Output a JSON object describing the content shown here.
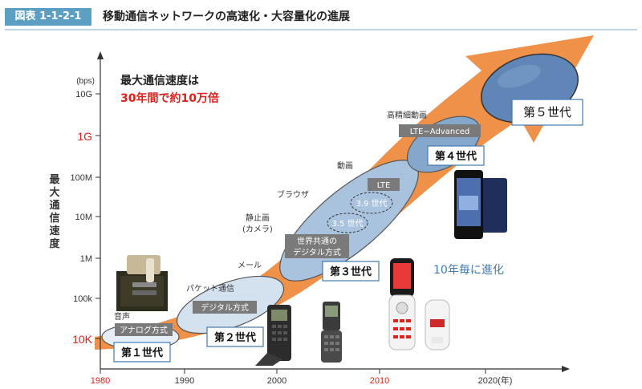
{
  "header": {
    "figure_number": "図表 1-1-2-1",
    "title": "移動通信ネットワークの高速化・大容量化の進展"
  },
  "summary": {
    "line1": "最大通信速度は",
    "line2": "30年間で約10万倍"
  },
  "y_axis": {
    "label": "最大通信速度",
    "unit": "(bps)",
    "ticks": [
      "10K",
      "100k",
      "1M",
      "10M",
      "100M",
      "1G",
      "10G"
    ]
  },
  "x_axis": {
    "ticks": [
      "1980",
      "1990",
      "2000",
      "2010",
      "2020(年)"
    ]
  },
  "generations": [
    {
      "label": "第１世代"
    },
    {
      "label": "第２世代"
    },
    {
      "label": "第３世代"
    },
    {
      "label": "第４世代"
    },
    {
      "label": "第５世代"
    }
  ],
  "usages": [
    "音声",
    "パケット通信",
    "メール",
    "静止画\n(カメラ)",
    "ブラウザ",
    "動画",
    "高精細動画"
  ],
  "tags": [
    "アナログ方式",
    "デジタル方式",
    "世界共通の\nデジタル方式",
    "LTE",
    "LTE−Advanced"
  ],
  "sub_labels": [
    "3.9 世代",
    "3.5 世代"
  ],
  "note": "10年毎に進化",
  "colors": {
    "arrow": "#f0914a",
    "tag_bg": "#7a7a7a",
    "ellipse_light": "#d4e2f0",
    "ellipse_mid": "#a9c3de",
    "ellipse_dark": "#5f86b6",
    "accent_red": "#e0201b",
    "accent_blue": "#3f7ab2"
  }
}
